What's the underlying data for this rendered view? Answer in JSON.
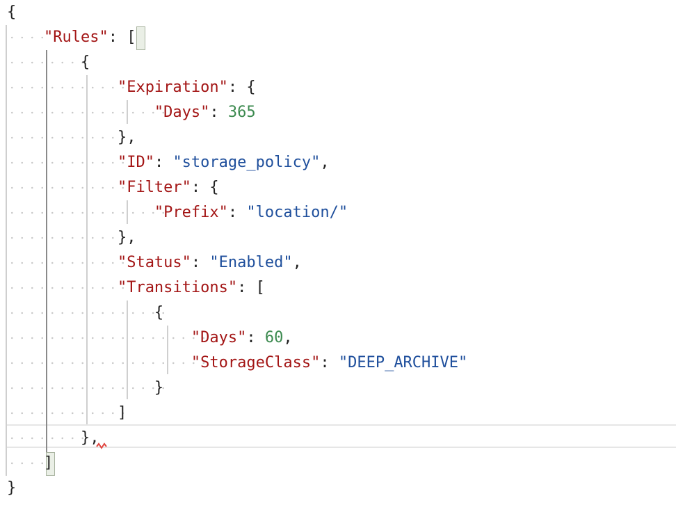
{
  "code_lines": [
    "{",
    "    \"Rules\": [",
    "        {",
    "            \"Expiration\": {",
    "                \"Days\": 365",
    "            },",
    "            \"ID\": \"storage_policy\",",
    "            \"Filter\": {",
    "                \"Prefix\": \"location/\"",
    "            },",
    "            \"Status\": \"Enabled\",",
    "            \"Transitions\": [",
    "                {",
    "                    \"Days\": 60,",
    "                    \"StorageClass\": \"DEEP_ARCHIVE\"",
    "                }",
    "            ]",
    "        },",
    "    ]",
    "}"
  ],
  "tokens": {
    "open_brace": "{",
    "close_brace": "}",
    "rules_key": "\"Rules\"",
    "expiration_key": "\"Expiration\"",
    "days_key": "\"Days\"",
    "days_365": "365",
    "id_key": "\"ID\"",
    "id_value": "\"storage_policy\"",
    "filter_key": "\"Filter\"",
    "prefix_key": "\"Prefix\"",
    "prefix_value": "\"location/\"",
    "status_key": "\"Status\"",
    "status_value": "\"Enabled\"",
    "transitions_key": "\"Transitions\"",
    "days_60": "60",
    "storageclass_key": "\"StorageClass\"",
    "storageclass_value": "\"DEEP_ARCHIVE\"",
    "colon": ": ",
    "comma": ",",
    "open_bracket": "[",
    "close_bracket": "]",
    "close_brace_comma": "},"
  },
  "colors": {
    "key": "#a31515",
    "string": "#1f4f9c",
    "number": "#3c8a4f",
    "squiggle_error": "#e0443e"
  }
}
